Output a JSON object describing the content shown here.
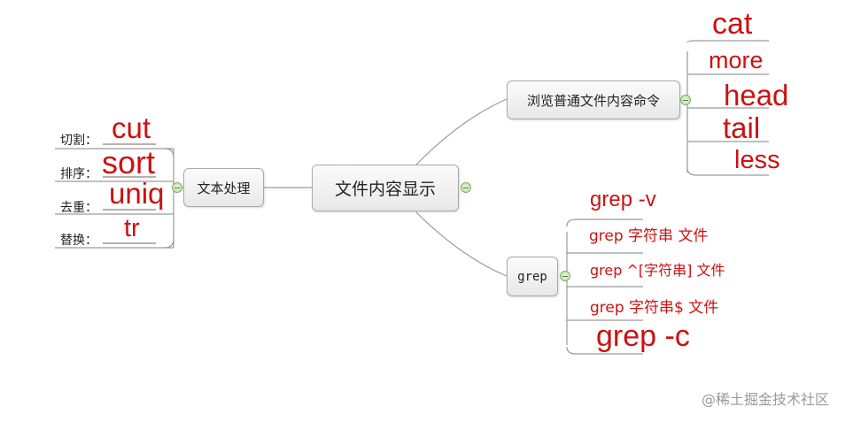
{
  "central": {
    "label": "文件内容显示"
  },
  "text_processing": {
    "label": "文本处理",
    "items": [
      {
        "label": "切割：",
        "answer": "cut"
      },
      {
        "label": "排序：",
        "answer": "sort"
      },
      {
        "label": "去重：",
        "answer": "uniq"
      },
      {
        "label": "替换：",
        "answer": "tr"
      }
    ]
  },
  "browse": {
    "label": "浏览普通文件内容命令",
    "answers": [
      "cat",
      "more",
      "head",
      "tail",
      "less"
    ]
  },
  "grep": {
    "label": "grep",
    "answers": [
      "grep -v",
      "grep 字符串 文件",
      "grep ^[字符串] 文件",
      "grep 字符串$ 文件",
      "grep -c"
    ]
  },
  "watermark": "@稀土掘金技术社区"
}
